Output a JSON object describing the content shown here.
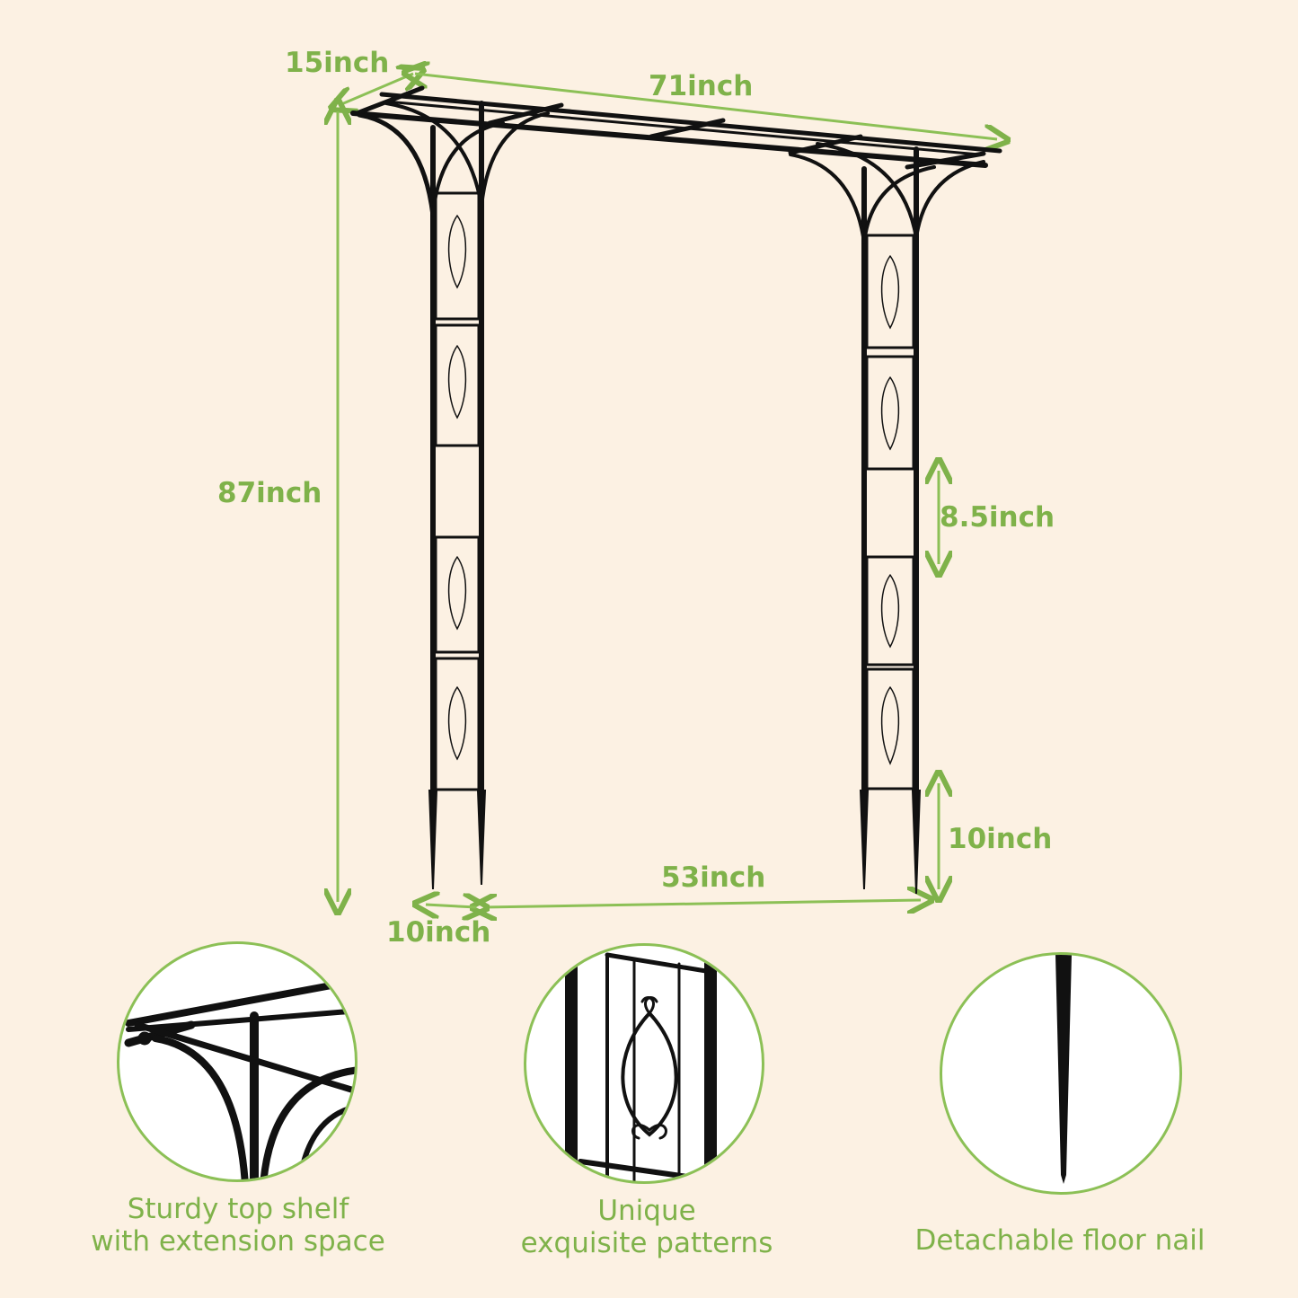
{
  "dimensions": {
    "depth": "15inch",
    "width": "71inch",
    "height": "87inch",
    "panel_gap": "8.5inch",
    "nail_length": "10inch",
    "inner_width": "53inch",
    "post_width": "10inch"
  },
  "features": [
    {
      "line1": "Sturdy top shelf",
      "line2": "with extension space",
      "icon": "top-shelf-closeup"
    },
    {
      "line1": "Unique",
      "line2": "exquisite patterns",
      "icon": "heart-pattern-closeup"
    },
    {
      "line1": "Detachable floor nail",
      "line2": "",
      "icon": "floor-nail-closeup"
    }
  ],
  "colors": {
    "background": "#fcf1e3",
    "accent": "#7fb24a",
    "metal": "#111111"
  }
}
